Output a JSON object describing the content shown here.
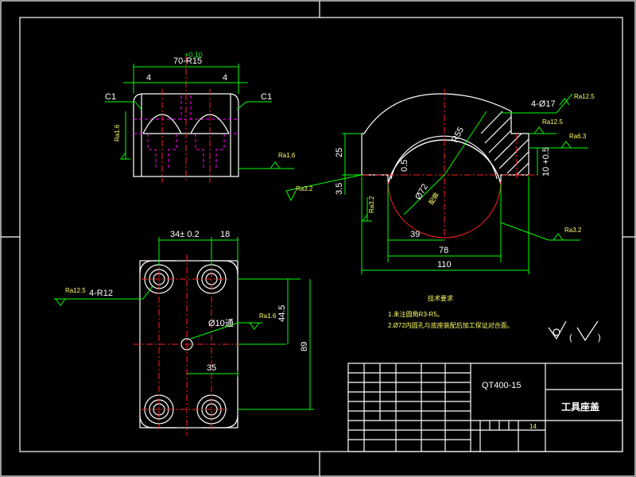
{
  "top_view": {
    "dim_total": "70-R15",
    "dim_sup": "+0.10",
    "dim_left": "4",
    "dim_right": "4",
    "chamfer_left": "C1",
    "chamfer_right": "C1",
    "rough_left": "Ra1.6",
    "rough_right": "Ra1.6"
  },
  "right_view": {
    "dim_25": "25",
    "dim_35": "3.5",
    "dim_05": "0.5",
    "dim_r55": "R55",
    "dim_d72": "Ø72",
    "dim_d72_note": "配做",
    "dim_39": "39",
    "dim_78": "78",
    "dim_110": "110",
    "holes_label": "4-Ø17",
    "dim_10": "10 +0.5",
    "rough_top": "Ra12.5",
    "rough_mid": "Ra12.5",
    "rough_r": "Ra6.3",
    "rough_left": "Ra3.2",
    "rough_bottom_left": "Ra3.2",
    "rough_bottom_right": "Ra3.2"
  },
  "plan_view": {
    "dim_34": "34± 0.2",
    "dim_18": "18",
    "corner_label": "4-R12",
    "rough_corner": "Ra12.5",
    "hole_label": "Ø10通",
    "rough_hole": "Ra1.6",
    "dim_445": "44.5",
    "dim_89": "89",
    "dim_35": "35"
  },
  "notes": {
    "title": "技术要求",
    "line1": "1.未注圆角R3-R5。",
    "line2": "2.Ø72内圆孔与底座装配后加工保证对合面。"
  },
  "title_block": {
    "material": "QT400-15",
    "part_name": "工具座盖",
    "small_code": "14"
  }
}
